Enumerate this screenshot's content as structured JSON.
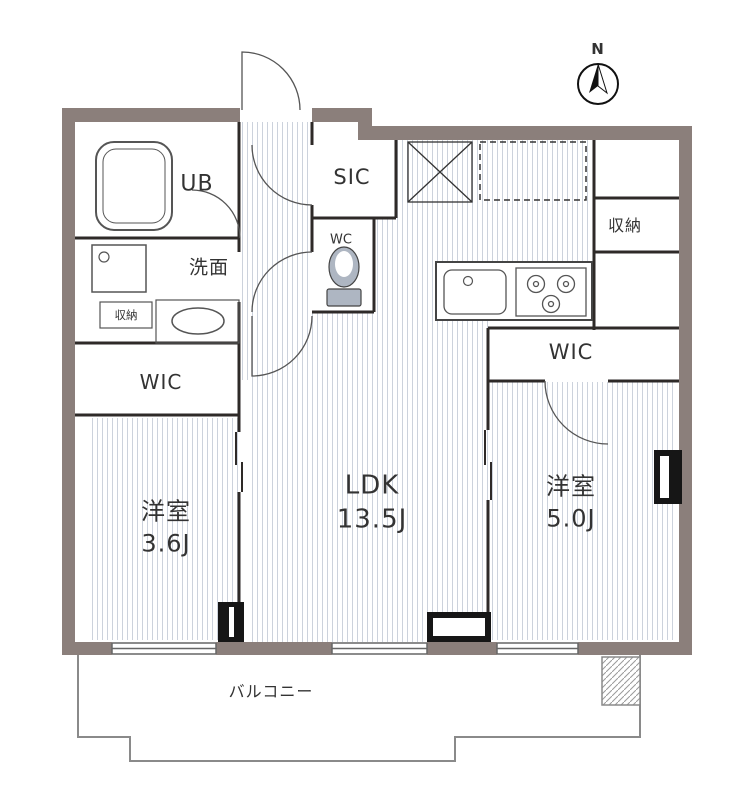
{
  "colors": {
    "wall": "#8b7f7b",
    "partition": "#2e2a28",
    "hatch_line": "#ccd2dc",
    "text": "#333333"
  },
  "compass": {
    "label": "N"
  },
  "labels": {
    "ub": "UB",
    "senmen": "洗面",
    "shuno_left": "収納",
    "wic_left": "WIC",
    "room_left_name": "洋室",
    "room_left_size": "3.6J",
    "sic": "SIC",
    "wc": "WC",
    "ldk_name": "LDK",
    "ldk_size": "13.5J",
    "shuno_right": "収納",
    "wic_right": "WIC",
    "room_right_name": "洋室",
    "room_right_size": "5.0J",
    "balcony": "バルコニー"
  }
}
